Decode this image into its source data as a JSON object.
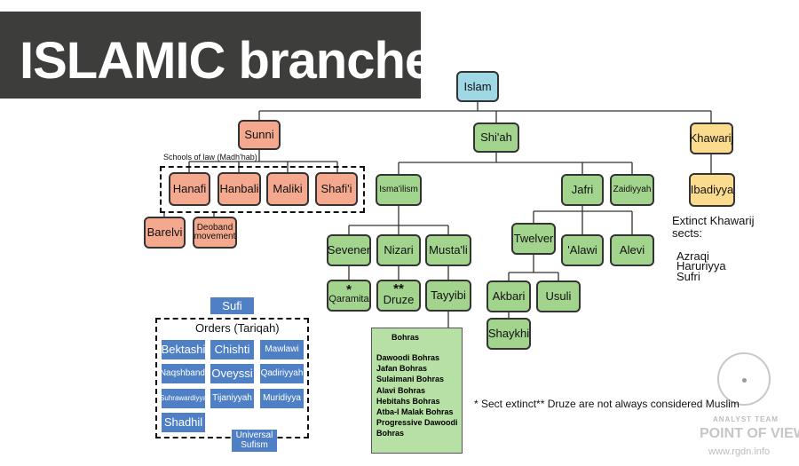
{
  "title": "ISLAMIC branches",
  "nodes": {
    "islam": "Islam",
    "sunni": "Sunni",
    "shiah": "Shi'ah",
    "khawarij": "Khawarij",
    "hanafi": "Hanafi",
    "hanbali": "Hanbali",
    "maliki": "Maliki",
    "shafii": "Shafi'i",
    "barelvi": "Barelvi",
    "deoband": "Deoband movement",
    "ismailism": "Isma'ilism",
    "jafri": "Jafri",
    "zaidiyyah": "Zaidiyyah",
    "sevener": "Sevener",
    "nizari": "Nizari",
    "mustali": "Musta'li",
    "qaramita": "Qaramita",
    "druze": "Druze",
    "tayyibi": "Tayyibi",
    "twelver": "Twelver",
    "alawi": "'Alawi",
    "alevi": "Alevi",
    "akbari": "Akbari",
    "usuli": "Usuli",
    "shaykhi": "Shaykhi",
    "ibadiyya": "Ibadiyya"
  },
  "marks": {
    "qaramita": "*",
    "druze": "**"
  },
  "schools_of_law_label": "Schools of law (Madh'hab)",
  "extinct_khawarij": {
    "heading": "Extinct Khawarij sects:",
    "items": [
      "Azraqi",
      "Haruriyya",
      "Sufri"
    ]
  },
  "sufi": {
    "label": "Sufi",
    "orders_label": "Orders (Tariqah)",
    "orders": [
      "Bektashi",
      "Chishti",
      "Mawlawi",
      "Naqshbandi",
      "Oveyssi",
      "Qadiriyyah",
      "Suhrawardiyya",
      "Tijaniyyah",
      "Muridiyya",
      "Shadhil"
    ],
    "universal": "Universal Sufism"
  },
  "bohras": {
    "title": "Bohras",
    "items": [
      "Dawoodi Bohras",
      "Jafan Bohras",
      "Sulaimani Bohras",
      "Alavi Bohras",
      "Hebitahs Bohras",
      "Atba-I Malak Bohras",
      "Progressive Dawoodi Bohras"
    ]
  },
  "footnote": "* Sect extinct** Druze are not always considered Muslim",
  "watermark": {
    "line1": "ANALYST TEAM",
    "line2": "POINT OF VIEW",
    "line3": "www.rgdn.info"
  },
  "colors": {
    "green": "#a3d48e",
    "salmon": "#f4a98f",
    "teal": "#9fd8e4",
    "yellow": "#fbdc8e",
    "sufi_blue": "#4f80c5",
    "title_bar": "#3d3d3b"
  }
}
